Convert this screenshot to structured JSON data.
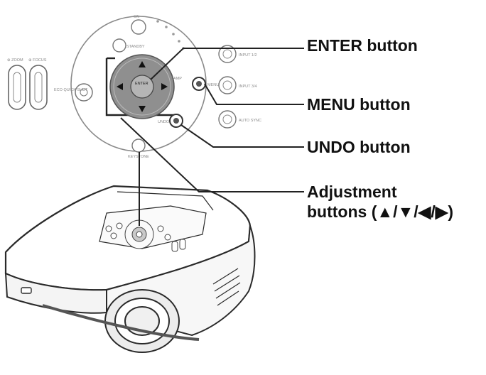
{
  "callouts": {
    "enter": "ENTER button",
    "menu": "MENU button",
    "undo": "UNDO button",
    "adjust_line1": "Adjustment",
    "adjust_line2": "buttons (▲/▼/◀/▶)"
  },
  "panel": {
    "on": "ON",
    "standby": "STANDBY",
    "keystone": "KEYSTONE",
    "zoom": "⊕ ZOOM",
    "focus": "⊕ FOCUS",
    "eco": "ECO\nQUICK SHUT",
    "input_1_2": "INPUT 1/2",
    "menu_small": "MENU",
    "input_3_4": "INPUT 3/4",
    "undo_small": "UNDO",
    "auto_sync": "AUTO SYNC",
    "enter_small": "ENTER",
    "lamp_label": "LAMP"
  },
  "colors": {
    "line": "#222222",
    "outline": "#8a8a8a",
    "dpad": "#8f8f8f",
    "text": "#111111"
  }
}
